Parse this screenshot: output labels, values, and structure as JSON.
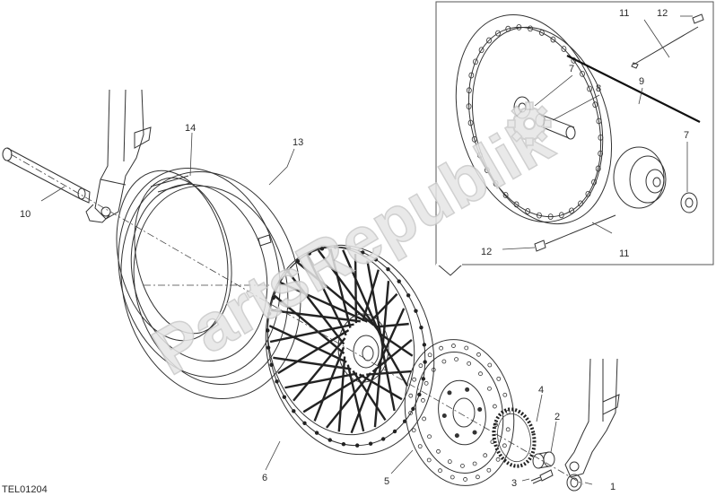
{
  "reference_code": "TEL01204",
  "watermark": {
    "text": "PartsRepublik",
    "fill": "#e6e6e6",
    "stroke": "#c8c8c8"
  },
  "callouts": {
    "c1": "1",
    "c2": "2",
    "c3": "3",
    "c4": "4",
    "c5": "5",
    "c6": "6",
    "c10": "10",
    "c13": "13",
    "c14": "14",
    "inset_11a": "11",
    "inset_11b": "11",
    "inset_12a": "12",
    "inset_12b": "12",
    "inset_7a": "7",
    "inset_7b": "7",
    "inset_8": "8",
    "inset_9": "9"
  },
  "colors": {
    "line": "#333333",
    "background": "#ffffff",
    "inset_border": "#555555"
  },
  "icons": {
    "watermark_logo": "gear-icon"
  }
}
